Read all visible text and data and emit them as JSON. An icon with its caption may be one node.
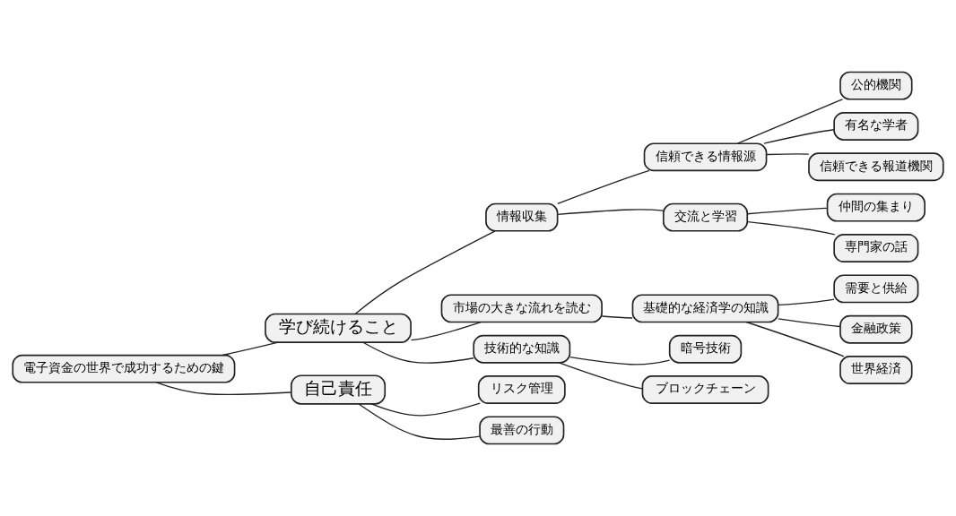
{
  "diagram": {
    "nodes": [
      {
        "text": [
          "電子資金の世界で成功するための鍵"
        ]
      },
      {
        "text": [
          "学び続けること"
        ]
      },
      {
        "text": [
          "情報収集"
        ]
      },
      {
        "text": [
          "信頼できる情報源"
        ]
      },
      {
        "text": [
          "公的機関"
        ]
      },
      {
        "text": [
          "有名な学者"
        ]
      },
      {
        "text": [
          "信頼できる報道機関"
        ]
      },
      {
        "text": [
          "交流と学習"
        ]
      },
      {
        "text": [
          "仲間の集まり"
        ]
      },
      {
        "text": [
          "専門家の話"
        ]
      },
      {
        "text": [
          "市場の大きな流れを読む"
        ]
      },
      {
        "text": [
          "基礎的な経済学の知識"
        ]
      },
      {
        "text": [
          "需要と供給"
        ]
      },
      {
        "text": [
          "金融政策"
        ]
      },
      {
        "text": [
          "世界経済"
        ]
      },
      {
        "text": [
          "技術的な知識"
        ]
      },
      {
        "text": [
          "暗号技術"
        ]
      },
      {
        "text": [
          "ブロックチェーン"
        ]
      },
      {
        "text": [
          "自己責任"
        ]
      },
      {
        "text": [
          "リスク管理"
        ]
      },
      {
        "text": [
          "最善の行動"
        ]
      }
    ],
    "edges": [
      {
        "from": 0,
        "to": 1,
        "arrow": "none"
      },
      {
        "from": 1,
        "to": 2,
        "arrow": "none"
      },
      {
        "from": 2,
        "to": 3,
        "arrow": "none"
      },
      {
        "from": 3,
        "to": 4,
        "arrow": "none"
      },
      {
        "from": 3,
        "to": 5,
        "arrow": "none"
      },
      {
        "from": 3,
        "to": 6,
        "arrow": "none"
      },
      {
        "from": 2,
        "to": 7,
        "arrow": "none"
      },
      {
        "from": 7,
        "to": 8,
        "arrow": "none"
      },
      {
        "from": 7,
        "to": 9,
        "arrow": "none"
      },
      {
        "from": 1,
        "to": 10,
        "arrow": "none"
      },
      {
        "from": 10,
        "to": 11,
        "arrow": "none"
      },
      {
        "from": 11,
        "to": 12,
        "arrow": "none"
      },
      {
        "from": 11,
        "to": 13,
        "arrow": "none"
      },
      {
        "from": 11,
        "to": 14,
        "arrow": "none"
      },
      {
        "from": 1,
        "to": 15,
        "arrow": "none"
      },
      {
        "from": 15,
        "to": 16,
        "arrow": "none"
      },
      {
        "from": 15,
        "to": 17,
        "arrow": "none"
      },
      {
        "from": 0,
        "to": 18,
        "arrow": "none"
      },
      {
        "from": 18,
        "to": 19,
        "arrow": "none"
      },
      {
        "from": 18,
        "to": 20,
        "arrow": "none"
      }
    ]
  }
}
